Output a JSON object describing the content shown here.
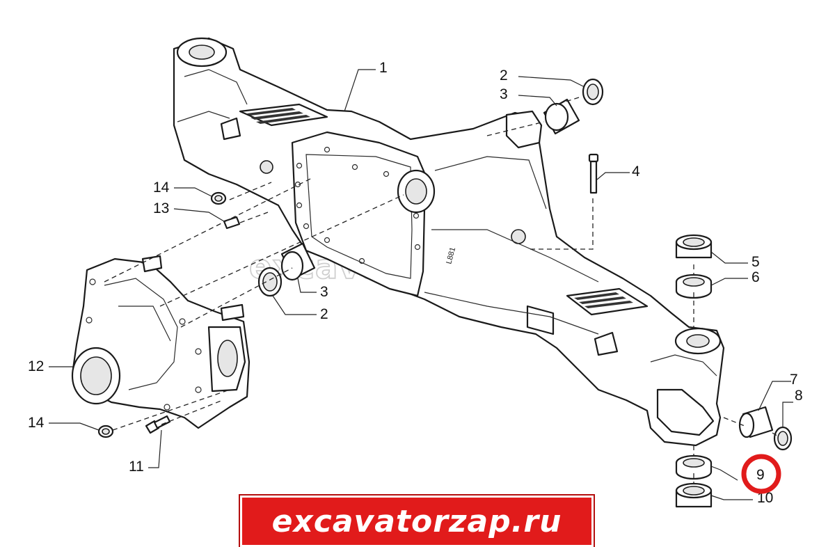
{
  "watermark": "excavatorzap.ru",
  "banner": {
    "text": "excavatorzap.ru",
    "background": "#e11b1b"
  },
  "highlight": {
    "callout": "9",
    "ring_color": "#e11b1b"
  },
  "callouts": {
    "c1": "1",
    "c2a": "2",
    "c3a": "3",
    "c4": "4",
    "c5": "5",
    "c6": "6",
    "c7": "7",
    "c8": "8",
    "c9": "9",
    "c10": "10",
    "c11": "11",
    "c12": "12",
    "c13": "13",
    "c14a": "14",
    "c14b": "14",
    "c3b": "3",
    "c2b": "2"
  },
  "part_marking": "L881"
}
